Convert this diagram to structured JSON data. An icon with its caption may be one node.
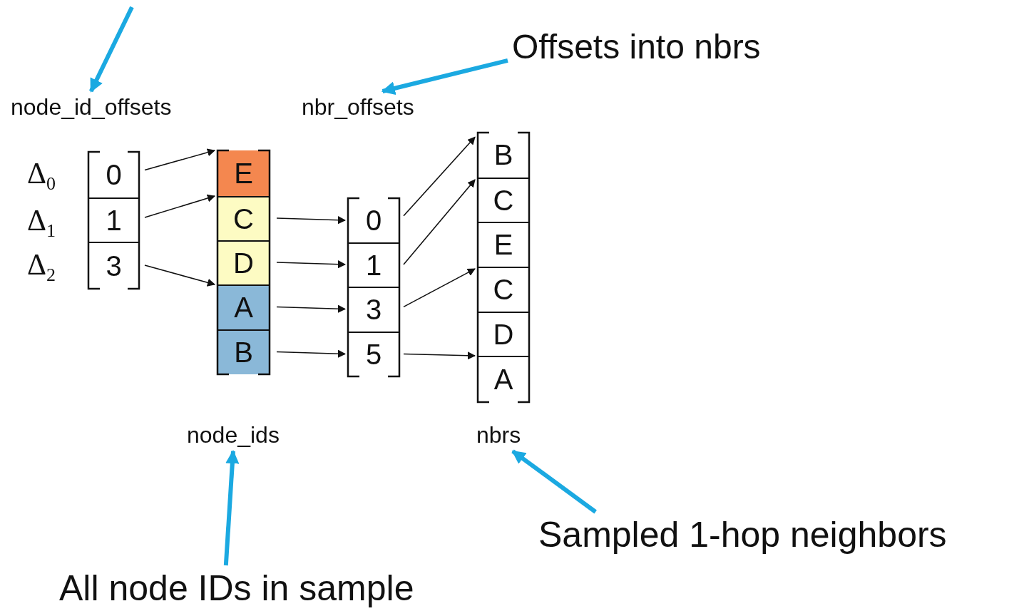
{
  "diagram": {
    "nodes": [
      {
        "text": [
          "node_id_offsets"
        ]
      },
      {
        "text": [
          "nbr_offsets"
        ]
      },
      {
        "text": [
          "Offsets into nbrs"
        ]
      },
      {
        "text": [
          "0"
        ],
        "beside": [
          "Δ$_{0}$"
        ]
      },
      {
        "text": [
          "1"
        ],
        "beside": [
          "Δ$_{1}$"
        ]
      },
      {
        "text": [
          "3"
        ],
        "beside": [
          "Δ$_{2}$"
        ]
      },
      {
        "text": [
          "E"
        ]
      },
      {
        "text": [
          "C"
        ]
      },
      {
        "text": [
          "D"
        ]
      },
      {
        "text": [
          "A"
        ]
      },
      {
        "text": [
          "B"
        ]
      },
      {
        "text": [
          "0"
        ]
      },
      {
        "text": [
          "1"
        ]
      },
      {
        "text": [
          "3"
        ]
      },
      {
        "text": [
          "5"
        ]
      },
      {
        "text": [
          "B"
        ]
      },
      {
        "text": [
          "C"
        ]
      },
      {
        "text": [
          "E"
        ]
      },
      {
        "text": [
          "C"
        ]
      },
      {
        "text": [
          "D"
        ]
      },
      {
        "text": [
          "A"
        ]
      },
      {
        "text": [
          "node_ids"
        ]
      },
      {
        "text": [
          "nbrs"
        ]
      },
      {
        "text": [
          "All node IDs in sample"
        ]
      },
      {
        "text": [
          "Sampled 1-hop neighbors"
        ]
      }
    ],
    "edges": [
      {
        "from": 3,
        "to": 6,
        "arrow": "to"
      },
      {
        "from": 4,
        "to": 7,
        "arrow": "to"
      },
      {
        "from": 5,
        "to": 9,
        "arrow": "to"
      },
      {
        "from": 7,
        "to": 11,
        "arrow": "to"
      },
      {
        "from": 8,
        "to": 12,
        "arrow": "to"
      },
      {
        "from": 9,
        "to": 13,
        "arrow": "to"
      },
      {
        "from": 10,
        "to": 14,
        "arrow": "to"
      },
      {
        "from": 11,
        "to": 15,
        "arrow": "to"
      },
      {
        "from": 12,
        "to": 16,
        "arrow": "to"
      },
      {
        "from": 13,
        "to": 18,
        "arrow": "to"
      },
      {
        "from": 14,
        "to": 20,
        "arrow": "to"
      },
      {
        "from": null,
        "to": 0,
        "arrow": "to",
        "style": "thick",
        "color": "#1ba9e1"
      },
      {
        "from": 2,
        "to": 1,
        "arrow": "to",
        "style": "thick",
        "color": "#1ba9e1"
      },
      {
        "from": 23,
        "to": 21,
        "arrow": "to",
        "style": "thick",
        "color": "#1ba9e1"
      },
      {
        "from": 24,
        "to": 22,
        "arrow": "to",
        "style": "thick",
        "color": "#1ba9e1"
      }
    ]
  }
}
